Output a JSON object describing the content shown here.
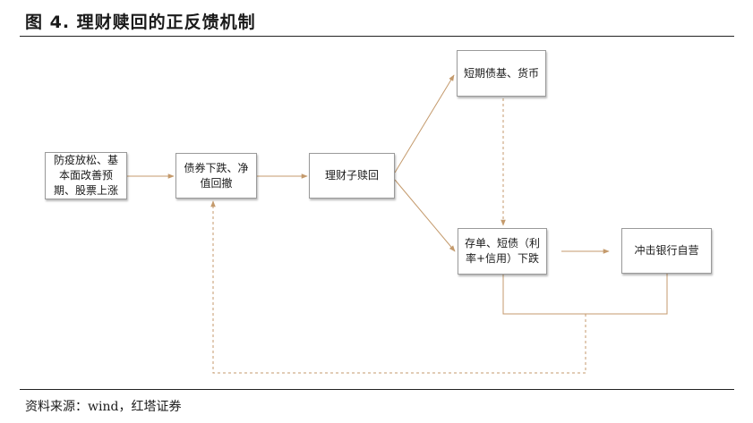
{
  "figure": {
    "title": "图 4. 理财赎回的正反馈机制",
    "source": "资料来源：wind，红塔证券"
  },
  "nodes": {
    "easing": "防疫放松、基本面改善预期、股票上涨",
    "bond_fall": "债券下跌、净值回撤",
    "redemption": "理财子赎回",
    "short_bond": "短期债基、货币",
    "deposit_fall": "存单、短债（利率+信用）下跌",
    "bank_impact": "冲击银行自营"
  },
  "colors": {
    "arrow": "#c49a6c",
    "node_border": "#9a9a9a",
    "rule": "#222222"
  }
}
